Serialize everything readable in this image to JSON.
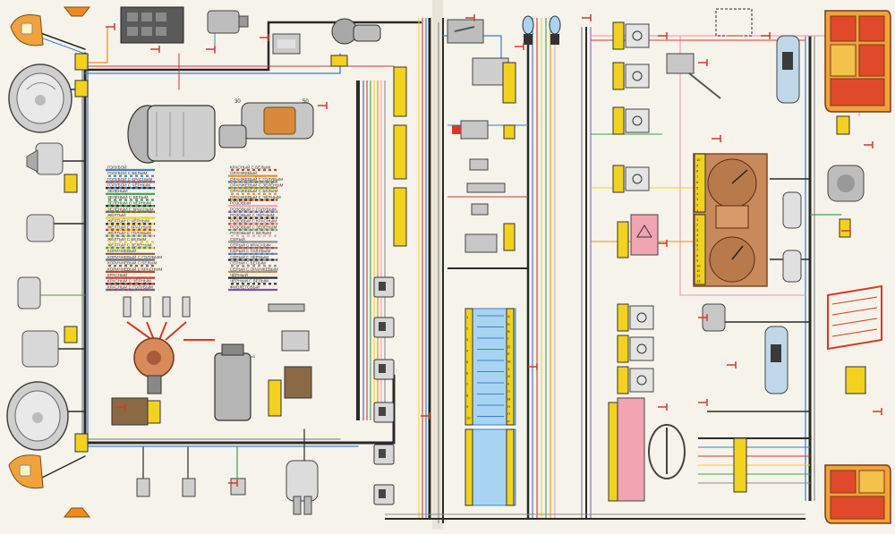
{
  "colors": {
    "paper": "#f6f3ea",
    "black": "#2a2a2a",
    "blue": "#3b7fd0",
    "red": "#d43a2a",
    "yellow": "#f2d21e",
    "green": "#3aa34a",
    "orange": "#f08a1c",
    "pink": "#f1a4b2",
    "brown": "#8a5a34",
    "grey": "#8e8e8e",
    "violet": "#7a4fb0",
    "white": "#ffffff",
    "lamp_red": "#e04a2a",
    "lamp_orange": "#f2a23a"
  },
  "legend": [
    {
      "label": "ГОЛУБОЙ",
      "c1": "#3b7fd0",
      "c2": "#3b7fd0"
    },
    {
      "label": "ГОЛУБОЙ С БЕЛЫМ",
      "c1": "#3b7fd0",
      "c2": "#ffffff"
    },
    {
      "label": "ГОЛУБОЙ С КРАСНЫМ",
      "c1": "#3b7fd0",
      "c2": "#d43a2a"
    },
    {
      "label": "ГОЛУБОЙ С ЧЁРНЫМ",
      "c1": "#3b7fd0",
      "c2": "#2a2a2a"
    },
    {
      "label": "ЗЕЛЁНЫЙ",
      "c1": "#3aa34a",
      "c2": "#3aa34a"
    },
    {
      "label": "ЗЕЛЁНЫЙ С БЕЛЫМ",
      "c1": "#3aa34a",
      "c2": "#ffffff"
    },
    {
      "label": "ЗЕЛЁНЫЙ С ЧЁРНЫМ",
      "c1": "#3aa34a",
      "c2": "#2a2a2a"
    },
    {
      "label": "ЗЕЛЁНЫЙ С КРАСНЫМ",
      "c1": "#3aa34a",
      "c2": "#d43a2a"
    },
    {
      "label": "ЖЁЛТЫЙ",
      "c1": "#f2d21e",
      "c2": "#f2d21e"
    },
    {
      "label": "ЖЁЛТЫЙ С ЧЁРНЫМ",
      "c1": "#f2d21e",
      "c2": "#2a2a2a"
    },
    {
      "label": "ЖЁЛТЫЙ С КРАСНЫМ",
      "c1": "#f2d21e",
      "c2": "#d43a2a"
    },
    {
      "label": "ЖЁЛТЫЙ С ГОЛУБЫМ",
      "c1": "#f2d21e",
      "c2": "#3b7fd0"
    },
    {
      "label": "ЖЁЛТЫЙ С БЕЛЫМ",
      "c1": "#f2d21e",
      "c2": "#ffffff"
    },
    {
      "label": "ЖЁЛТЫЙ С ЗЕЛЁНЫМ",
      "c1": "#f2d21e",
      "c2": "#3aa34a"
    },
    {
      "label": "КОРИЧНЕВЫЙ",
      "c1": "#8a5a34",
      "c2": "#8a5a34"
    },
    {
      "label": "КОРИЧНЕВЫЙ С ГОЛУБЫМ",
      "c1": "#8a5a34",
      "c2": "#3b7fd0"
    },
    {
      "label": "КОРИЧНЕВЫЙ С БЕЛЫМ",
      "c1": "#8a5a34",
      "c2": "#ffffff"
    },
    {
      "label": "КОРИЧНЕВЫЙ С КРАСНЫМ",
      "c1": "#8a5a34",
      "c2": "#d43a2a"
    },
    {
      "label": "КРАСНЫЙ",
      "c1": "#d43a2a",
      "c2": "#d43a2a"
    },
    {
      "label": "КРАСНЫЙ С ЧЁРНЫМ",
      "c1": "#d43a2a",
      "c2": "#2a2a2a"
    },
    {
      "label": "КРАСНЫЙ С ГОЛУБЫМ",
      "c1": "#d43a2a",
      "c2": "#3b7fd0"
    },
    {
      "label": "КРАСНЫЙ С БЕЛЫМ",
      "c1": "#d43a2a",
      "c2": "#ffffff"
    },
    {
      "label": "ОРАНЖЕВЫЙ",
      "c1": "#f08a1c",
      "c2": "#f08a1c"
    },
    {
      "label": "ОРАНЖЕВЫЙ С ГОЛУБЫМ",
      "c1": "#f08a1c",
      "c2": "#3b7fd0"
    },
    {
      "label": "ОРАНЖЕВЫЙ С ЗЕЛЁНЫМ",
      "c1": "#f08a1c",
      "c2": "#3aa34a"
    },
    {
      "label": "ОРАНЖЕВЫЙ С БЕЛЫМ",
      "c1": "#f08a1c",
      "c2": "#ffffff"
    },
    {
      "label": "ОРАНЖЕВЫЙ С ЧЁРНЫМ",
      "c1": "#f08a1c",
      "c2": "#2a2a2a"
    },
    {
      "label": "РОЗОВЫЙ",
      "c1": "#f1a4b2",
      "c2": "#f1a4b2"
    },
    {
      "label": "РОЗОВЫЙ С ГОЛУБЫМ",
      "c1": "#f1a4b2",
      "c2": "#3b7fd0"
    },
    {
      "label": "РОЗОВЫЙ С ЧЁРНЫМ",
      "c1": "#f1a4b2",
      "c2": "#2a2a2a"
    },
    {
      "label": "РОЗОВЫЙ С КРАСНЫМ",
      "c1": "#f1a4b2",
      "c2": "#d43a2a"
    },
    {
      "label": "РОЗОВЫЙ С ЗЕЛЁНЫМ",
      "c1": "#f1a4b2",
      "c2": "#3aa34a"
    },
    {
      "label": "РОЗОВЫЙ С БЕЛЫМ",
      "c1": "#f1a4b2",
      "c2": "#ffffff"
    },
    {
      "label": "СЕРЫЙ",
      "c1": "#8e8e8e",
      "c2": "#8e8e8e"
    },
    {
      "label": "СЕРЫЙ С КРАСНЫМ",
      "c1": "#8e8e8e",
      "c2": "#d43a2a"
    },
    {
      "label": "СЕРЫЙ С ГОЛУБЫМ",
      "c1": "#8e8e8e",
      "c2": "#3b7fd0"
    },
    {
      "label": "СЕРЫЙ С ЧЁРНЫМ",
      "c1": "#8e8e8e",
      "c2": "#2a2a2a"
    },
    {
      "label": "СЕРЫЙ С БЕЛЫМ",
      "c1": "#8e8e8e",
      "c2": "#ffffff"
    },
    {
      "label": "СЕРЫЙ С ОРАНЖЕВЫМ",
      "c1": "#8e8e8e",
      "c2": "#f08a1c"
    },
    {
      "label": "ЧЁРНЫЙ",
      "c1": "#2a2a2a",
      "c2": "#2a2a2a"
    },
    {
      "label": "ЧЁРНЫЙ С БЕЛЫМ",
      "c1": "#2a2a2a",
      "c2": "#ffffff"
    },
    {
      "label": "ФИОЛЕТОВЫЙ",
      "c1": "#7a4fb0",
      "c2": "#7a4fb0"
    }
  ],
  "fuse_rows": [
    "1",
    "2",
    "3",
    "4",
    "5",
    "6",
    "7",
    "8",
    "9",
    "10"
  ],
  "fuse_letters": [
    "А",
    "Б",
    "В",
    "Г",
    "Д",
    "Е",
    "Ж",
    "З",
    "И",
    "К",
    "Л",
    "М",
    "Н",
    "П",
    "Р"
  ],
  "labels": {
    "starter_30": "30",
    "starter_50": "50",
    "alt_30": "30",
    "coil_b": "+Б"
  },
  "dash_numbers": [
    "10",
    "9",
    "8",
    "7",
    "6",
    "5",
    "4",
    "3",
    "2",
    "1"
  ],
  "dash_numbers_b": [
    "1",
    "2",
    "3",
    "4",
    "5",
    "6",
    "7",
    "8",
    "9",
    "10",
    "11",
    "12",
    "13"
  ]
}
